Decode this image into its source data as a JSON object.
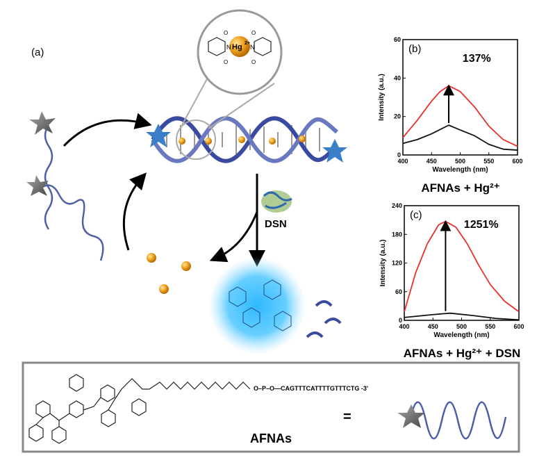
{
  "panel_a": {
    "label": "(a)",
    "hg_label": "Hg",
    "hg_charge": "2+",
    "enzyme_label": "DSN",
    "n_atom": "N",
    "o_atom": "O"
  },
  "afnas_box": {
    "sequence": "O–P–O—CAGTTTCATTTTGTTTCTG -3'",
    "equals": "=",
    "name": "AFNAs"
  },
  "chart_data": [
    {
      "type": "line",
      "panel_label": "(b)",
      "annotation": "137%",
      "title": "AFNAs + Hg²⁺",
      "xlabel": "Wavelength (nm)",
      "ylabel": "Intensity (a.u.)",
      "xlim": [
        400,
        600
      ],
      "ylim": [
        0,
        60
      ],
      "xticks": [
        "400",
        "450",
        "500",
        "550",
        "600"
      ],
      "yticks": [
        "0",
        "20",
        "40",
        "60"
      ],
      "series": [
        {
          "name": "AFNAs + Hg2+",
          "color": "#e8302a",
          "x": [
            400,
            425,
            450,
            465,
            480,
            500,
            525,
            550,
            575,
            600
          ],
          "y": [
            9,
            18,
            28,
            33,
            36,
            33,
            25,
            15,
            8,
            4.5
          ]
        },
        {
          "name": "AFNAs",
          "color": "#111111",
          "x": [
            400,
            425,
            450,
            480,
            500,
            525,
            550,
            575,
            600
          ],
          "y": [
            6,
            8,
            11,
            15.5,
            13,
            10,
            5.5,
            3,
            2.5
          ]
        }
      ]
    },
    {
      "type": "line",
      "panel_label": "(c)",
      "annotation": "1251%",
      "title": "AFNAs + Hg²⁺ + DSN",
      "xlabel": "Wavelength (nm)",
      "ylabel": "Intensity (a.u.)",
      "xlim": [
        400,
        600
      ],
      "ylim": [
        0,
        240
      ],
      "xticks": [
        "400",
        "450",
        "500",
        "550",
        "600"
      ],
      "yticks": [
        "0",
        "60",
        "120",
        "180",
        "240"
      ],
      "series": [
        {
          "name": "AFNAs + Hg2+ + DSN",
          "color": "#e8302a",
          "x": [
            400,
            420,
            440,
            460,
            472,
            490,
            510,
            530,
            550,
            575,
            600
          ],
          "y": [
            18,
            100,
            160,
            200,
            207,
            195,
            160,
            115,
            75,
            40,
            18
          ]
        },
        {
          "name": "AFNAs",
          "color": "#111111",
          "x": [
            400,
            450,
            480,
            520,
            560,
            600
          ],
          "y": [
            6,
            12,
            15,
            10,
            4,
            1
          ]
        }
      ]
    }
  ]
}
